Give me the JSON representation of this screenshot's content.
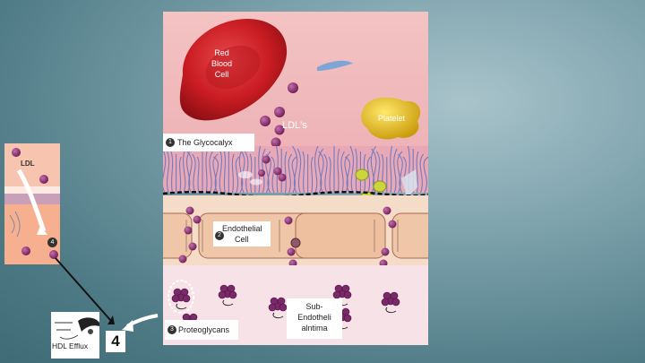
{
  "labels": {
    "red_blood_cell": [
      "Red",
      "Blood",
      "Cell"
    ],
    "ldls": "LDL's",
    "platelet": "Platelet",
    "glycocalyx": "The Glycocalyx",
    "endothelial": [
      "Endothelial",
      "Cell"
    ],
    "proteoglycans": "Proteoglycans",
    "subendothelial": [
      "Sub-",
      "Endotheli",
      "alntima"
    ],
    "ldl_side": "LDL",
    "hdl_efflux": "HDL Efflux"
  },
  "markers": {
    "one": "1",
    "two": "2",
    "three": "3",
    "four_side": "4",
    "four_big": "4"
  },
  "colors": {
    "background": "#5f8a95",
    "lumen": "#f3b6b6",
    "rbc": "#d32027",
    "ldl_particle": "#8a2a6a",
    "platelet": "#e8c41e",
    "glycocalyx_fibers": "#5d74c4",
    "endothelial_cell": "#f0c6a8",
    "subendothelium": "#f7e2e7",
    "proteoglycan": "#7a2a6a"
  }
}
